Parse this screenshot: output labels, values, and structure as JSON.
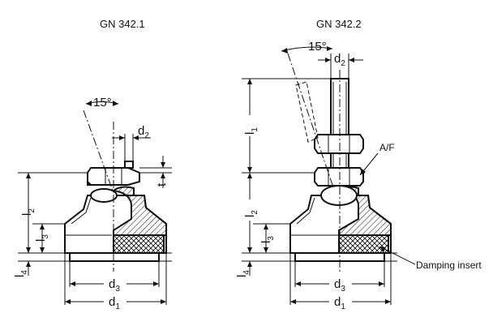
{
  "views": {
    "left": {
      "title": "GN 342.1"
    },
    "right": {
      "title": "GN 342.2"
    }
  },
  "labels": {
    "angle": "15°",
    "d": "d",
    "sub_2": "2",
    "sub_3": "3",
    "sub_1": "1",
    "l": "l",
    "sub_4": "4",
    "t": "t",
    "af": "A/F",
    "damping_insert": "Damping insert"
  }
}
